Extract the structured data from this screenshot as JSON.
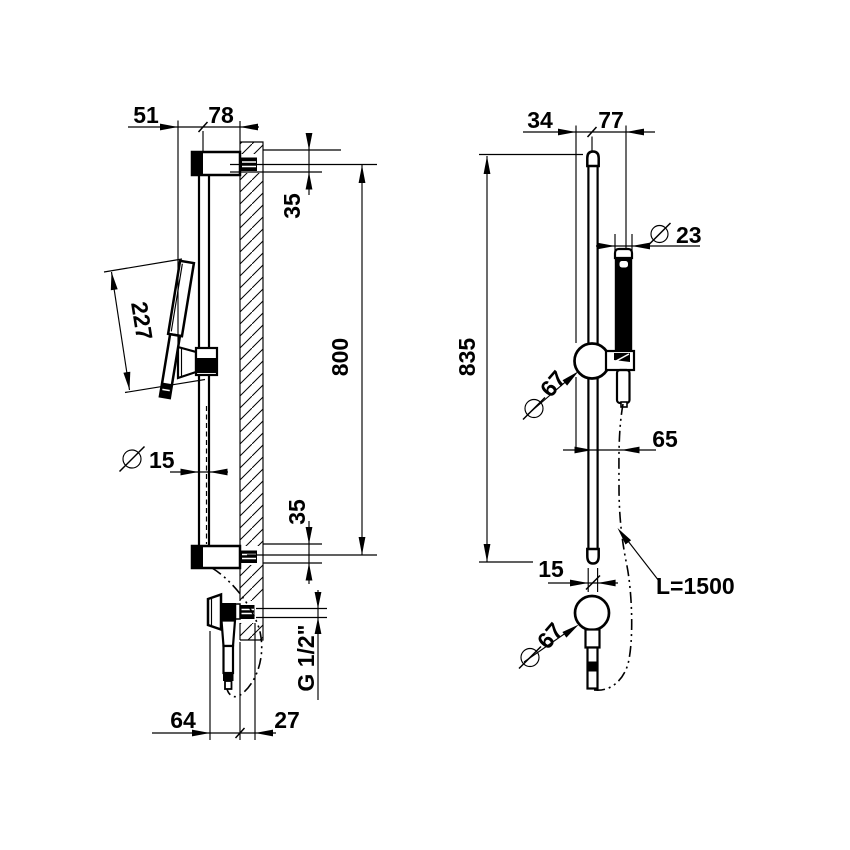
{
  "meta": {
    "background_color": "#ffffff",
    "line_color": "#000000",
    "diameter_symbol": "⌀",
    "drawing_type": "shower rail set installation dimensions, side view and front view"
  },
  "side_view": {
    "dims": {
      "handle_to_rail": "51",
      "rail_to_wall": "78",
      "offset_top": "35",
      "handshower_length": "227",
      "rail_diameter": "15",
      "bracket_span": "800",
      "offset_bottom": "35",
      "outlet_thread": "G 1/2\"",
      "outlet_depth": "64",
      "wall_depth": "27"
    }
  },
  "front_view": {
    "dims": {
      "knob_to_rail": "34",
      "rail_to_handshower": "77",
      "handshower_diameter": "23",
      "total_height": "835",
      "slider_diameter": "67",
      "rail_to_hose": "65",
      "rail_width": "15",
      "outlet_diameter": "67",
      "hose_length": "L=1500"
    }
  }
}
